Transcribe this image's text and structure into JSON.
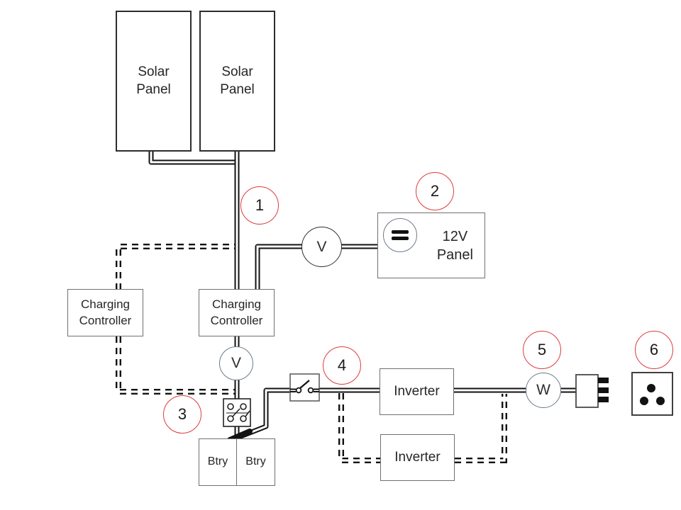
{
  "diagram_type": "solar-power-wiring-schematic",
  "colors": {
    "callout_red": "#E03A3C",
    "wire_black": "#121212",
    "box_border_gray": "#707070",
    "panel_border_dark": "#2d2d2d",
    "meter_ring_gray": "#6d7b89"
  },
  "boxes": {
    "solar_panel_1": {
      "label": "Solar\nPanel"
    },
    "solar_panel_2": {
      "label": "Solar\nPanel"
    },
    "charging_controller_left": {
      "label": "Charging\nController"
    },
    "charging_controller_main": {
      "label": "Charging\nController"
    },
    "dc_panel": {
      "label": "12V\nPanel"
    },
    "inverter_main": {
      "label": "Inverter"
    },
    "inverter_alt": {
      "label": "Inverter"
    },
    "battery_1": {
      "label": "Btry"
    },
    "battery_2": {
      "label": "Btry"
    }
  },
  "meters": {
    "voltmeter_branch": {
      "label": "V"
    },
    "voltmeter_main": {
      "label": "V"
    },
    "wattmeter": {
      "label": "W"
    }
  },
  "callouts": [
    "1",
    "2",
    "3",
    "4",
    "5",
    "6"
  ]
}
